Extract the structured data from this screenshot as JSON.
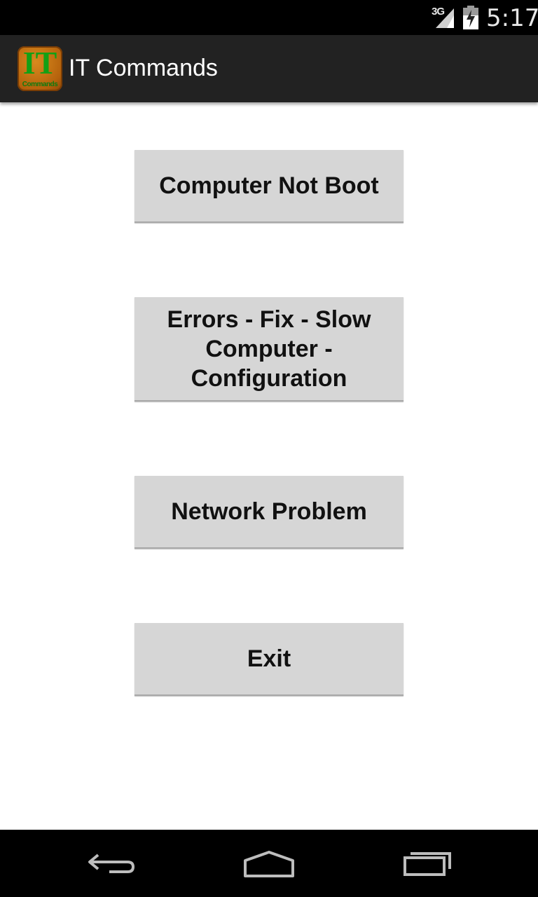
{
  "status_bar": {
    "network": "3G",
    "time": "5:17",
    "signal_icon": "signal-icon",
    "battery_icon": "battery-icon"
  },
  "action_bar": {
    "icon_text": "IT",
    "icon_subtext": "Commands",
    "title": "IT Commands"
  },
  "menu": {
    "buttons": [
      {
        "label": "Computer Not Boot"
      },
      {
        "label": "Errors - Fix - Slow Computer - Configuration"
      },
      {
        "label": "Network Problem"
      },
      {
        "label": "Exit"
      }
    ]
  },
  "nav_bar": {
    "back_icon": "back-icon",
    "home_icon": "home-icon",
    "recents_icon": "recents-icon"
  },
  "colors": {
    "button_bg": "#d6d6d6",
    "action_bar_bg": "#222222",
    "status_bar_bg": "#000000",
    "icon_orange": "#b5620c",
    "icon_green": "#13a015"
  }
}
